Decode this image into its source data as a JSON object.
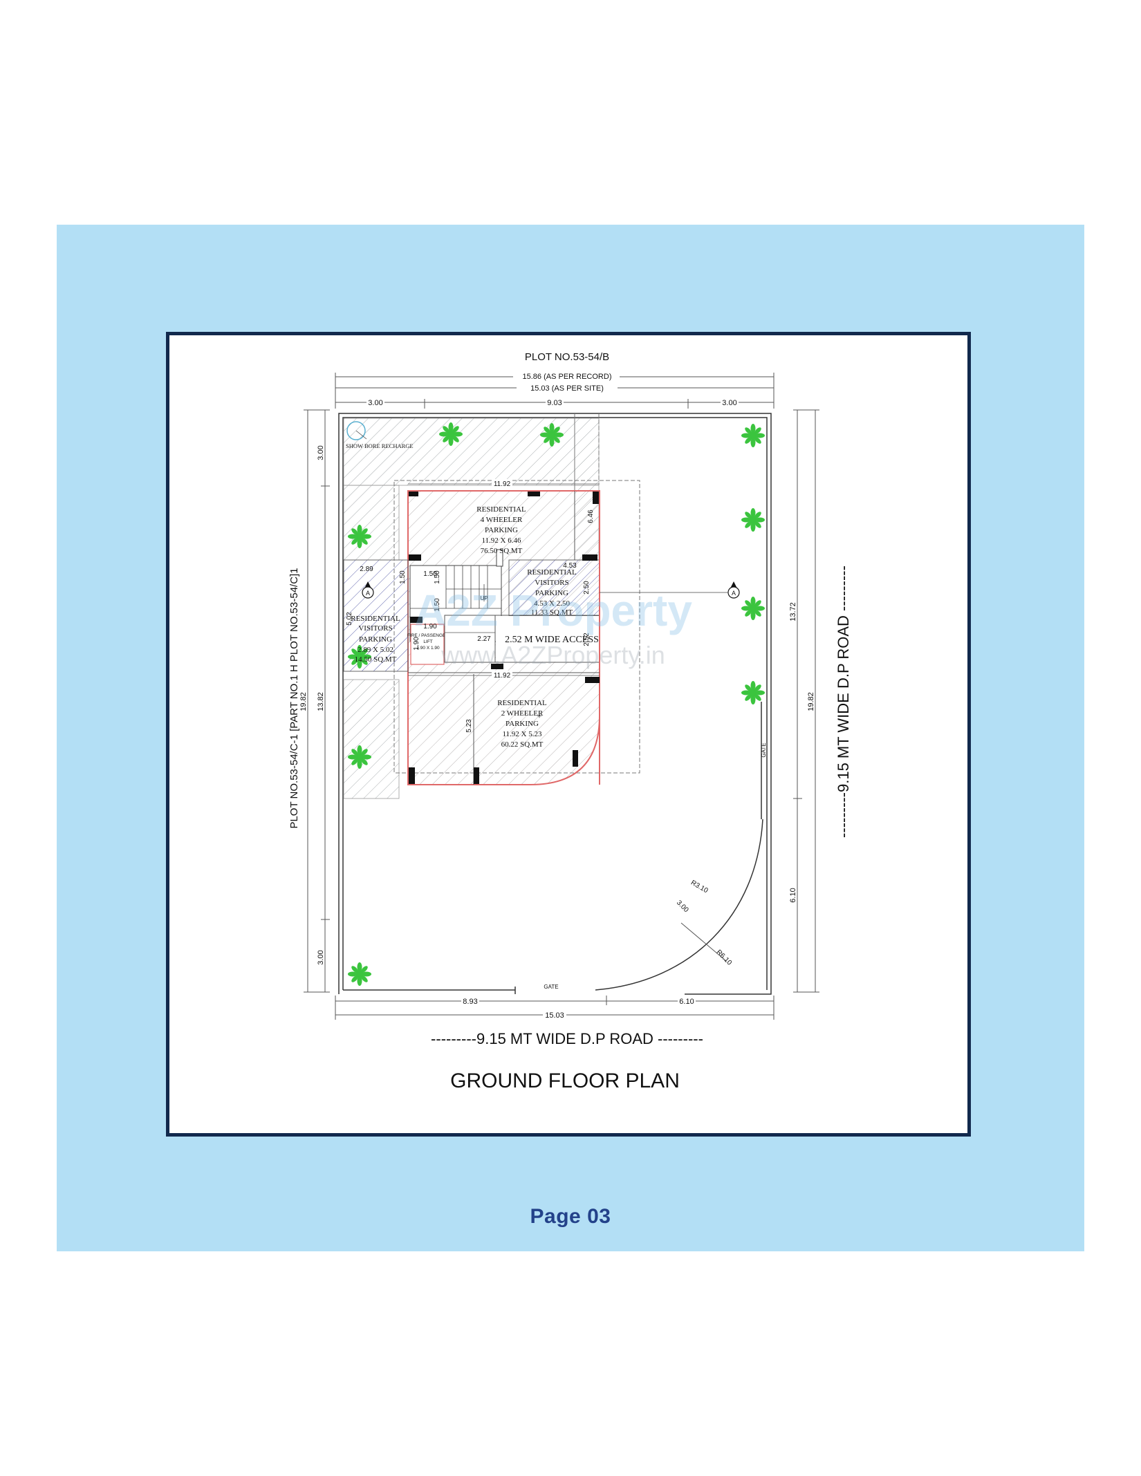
{
  "plan": {
    "title": "GROUND FLOOR PLAN",
    "road_bottom": "---------9.15 MT WIDE D.P ROAD ---------",
    "road_right": "---------9.15 MT WIDE D.P ROAD ---------",
    "plot_top": "PLOT NO.53-54/B",
    "plot_left": "PLOT NO.53-54/C-1 [PART NO.1 H PLOT NO.53-54/C]1",
    "bore_recharge": "SHOW BORE RECHARGE",
    "access": "2.52 M WIDE ACCESS",
    "gate_bottom": "GATE",
    "gate_right": "GATE",
    "stair_up": "UP",
    "section_marker": "A"
  },
  "rooms": {
    "four_wheeler": [
      "RESIDENTIAL",
      "4 WHEELER",
      "PARKING",
      "11.92 X 6.46",
      "76.50 SQ.MT"
    ],
    "visitors_right": [
      "RESIDENTIAL",
      "VISITORS",
      "PARKING",
      "4.53 X 2.50",
      "11.33 SQ.MT"
    ],
    "visitors_left": [
      "RESIDENTIAL",
      "VISITORS",
      "PARKING",
      "2.89 X 5.02",
      "14.50 SQ.MT"
    ],
    "two_wheeler": [
      "RESIDENTIAL",
      "2 WHEELER",
      "PARKING",
      "11.92 X 5.23",
      "60.22 SQ.MT"
    ],
    "lift": [
      "FIRE / PASSENGER",
      "LIFT",
      "1.90 X 1.90"
    ]
  },
  "dimensions": {
    "record": "15.86 (AS PER RECORD)",
    "site": "15.03 (AS PER SITE)",
    "top_left": "3.00",
    "top_mid": "9.03",
    "top_right": "3.00",
    "bottom_left": "8.93",
    "bottom_right": "6.10",
    "bottom_total": "15.03",
    "left_top": "3.00",
    "left_total": "19.82",
    "left_mid": "13.82",
    "left_bottom": "3.00",
    "right_top": "13.72",
    "right_total": "19.82",
    "right_bottom": "6.10",
    "width_top": "11.92",
    "width_bottom": "11.92",
    "depth_4w": "6.46",
    "depth_2w": "5.23",
    "vis_left_w": "2.89",
    "vis_left_h": "5.02",
    "vis_right_w": "4.53",
    "vis_right_h": "2.50",
    "access_w": "2.52",
    "stair_a": "1.50",
    "stair_b": "1.50",
    "stair_c": "1.50",
    "stair_d": "1.50",
    "lift_w": "1.90",
    "lift_h": "1.90",
    "lobby": "2.27",
    "radius_inner": "R3.10",
    "radius_outer": "R6.10",
    "drive_w": "3.00"
  },
  "watermark": {
    "brand": "A2Z Property",
    "url": "www.A2ZProperty.in"
  },
  "footer": {
    "page": "Page 03"
  },
  "colors": {
    "panel": "#b3dff5",
    "frame": "#12294d",
    "page_number": "#23428a",
    "slab_outline": "#e06868",
    "hatch": "#9aa0a3",
    "visitor_hatch": "#4a4fa0",
    "tree": "#39c43f",
    "column": "#111111"
  }
}
